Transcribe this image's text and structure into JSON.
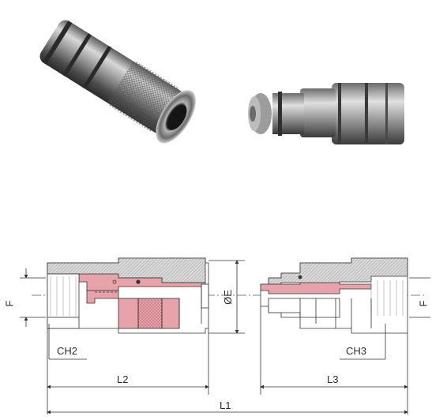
{
  "photos": {
    "coupler_female": "female-coupler-photo",
    "coupler_male": "male-nipple-photo"
  },
  "drawing": {
    "dims": {
      "F_left": "F",
      "F_right": "F",
      "OE": "ØE",
      "CH2": "CH2",
      "CH3": "CH3",
      "L2": "L2",
      "L3": "L3",
      "L1": "L1"
    }
  },
  "colors": {
    "steel_dark": "#3a3a3a",
    "steel_mid": "#8a8a8a",
    "steel_light": "#d9d9d9",
    "section_red": "#e7a3a9",
    "line": "#333333"
  }
}
